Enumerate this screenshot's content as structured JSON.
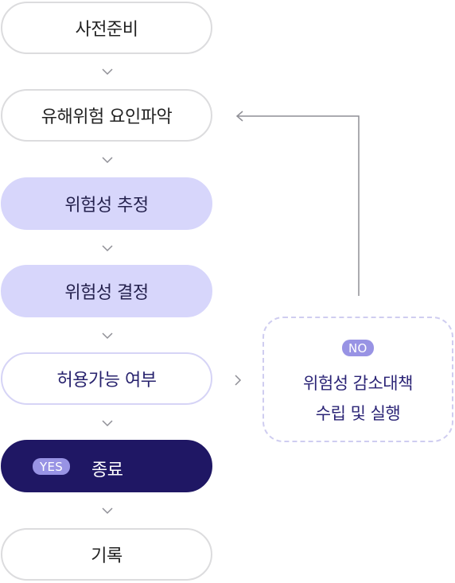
{
  "flow": {
    "steps": [
      {
        "label": "사전준비"
      },
      {
        "label": "유해위험 요인파악"
      },
      {
        "label": "위험성 추정"
      },
      {
        "label": "위험성 결정"
      },
      {
        "label": "허용가능 여부"
      },
      {
        "label": "종료",
        "badge": "YES"
      },
      {
        "label": "기록"
      }
    ],
    "no_branch": {
      "badge": "NO",
      "line1": "위험성 감소대책",
      "line2": "수립 및 실행"
    }
  },
  "colors": {
    "purple_fill": "#d7d6fb",
    "dark_fill": "#1f1764",
    "badge": "#9893e4",
    "text_dark_blue": "#2b2476",
    "border_gray": "#dcdcde",
    "dashed_border": "#cfcdf0"
  },
  "icons": {
    "down_chevron": "chevron-down-icon",
    "right_chevron": "chevron-right-icon",
    "feedback_arrow": "arrow-left-icon"
  }
}
